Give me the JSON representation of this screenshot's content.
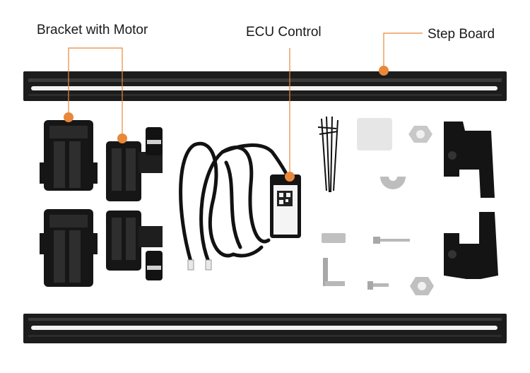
{
  "labels": {
    "bracket_with_motor": "Bracket with Motor",
    "ecu_control": "ECU Control",
    "step_board": "Step Board"
  },
  "colors": {
    "callout": "#e8883a",
    "rail": "#1c1c1c",
    "rail_stripe": "#f2f2f2",
    "part_dark": "#161616",
    "part_metal": "#b8b8b8"
  }
}
